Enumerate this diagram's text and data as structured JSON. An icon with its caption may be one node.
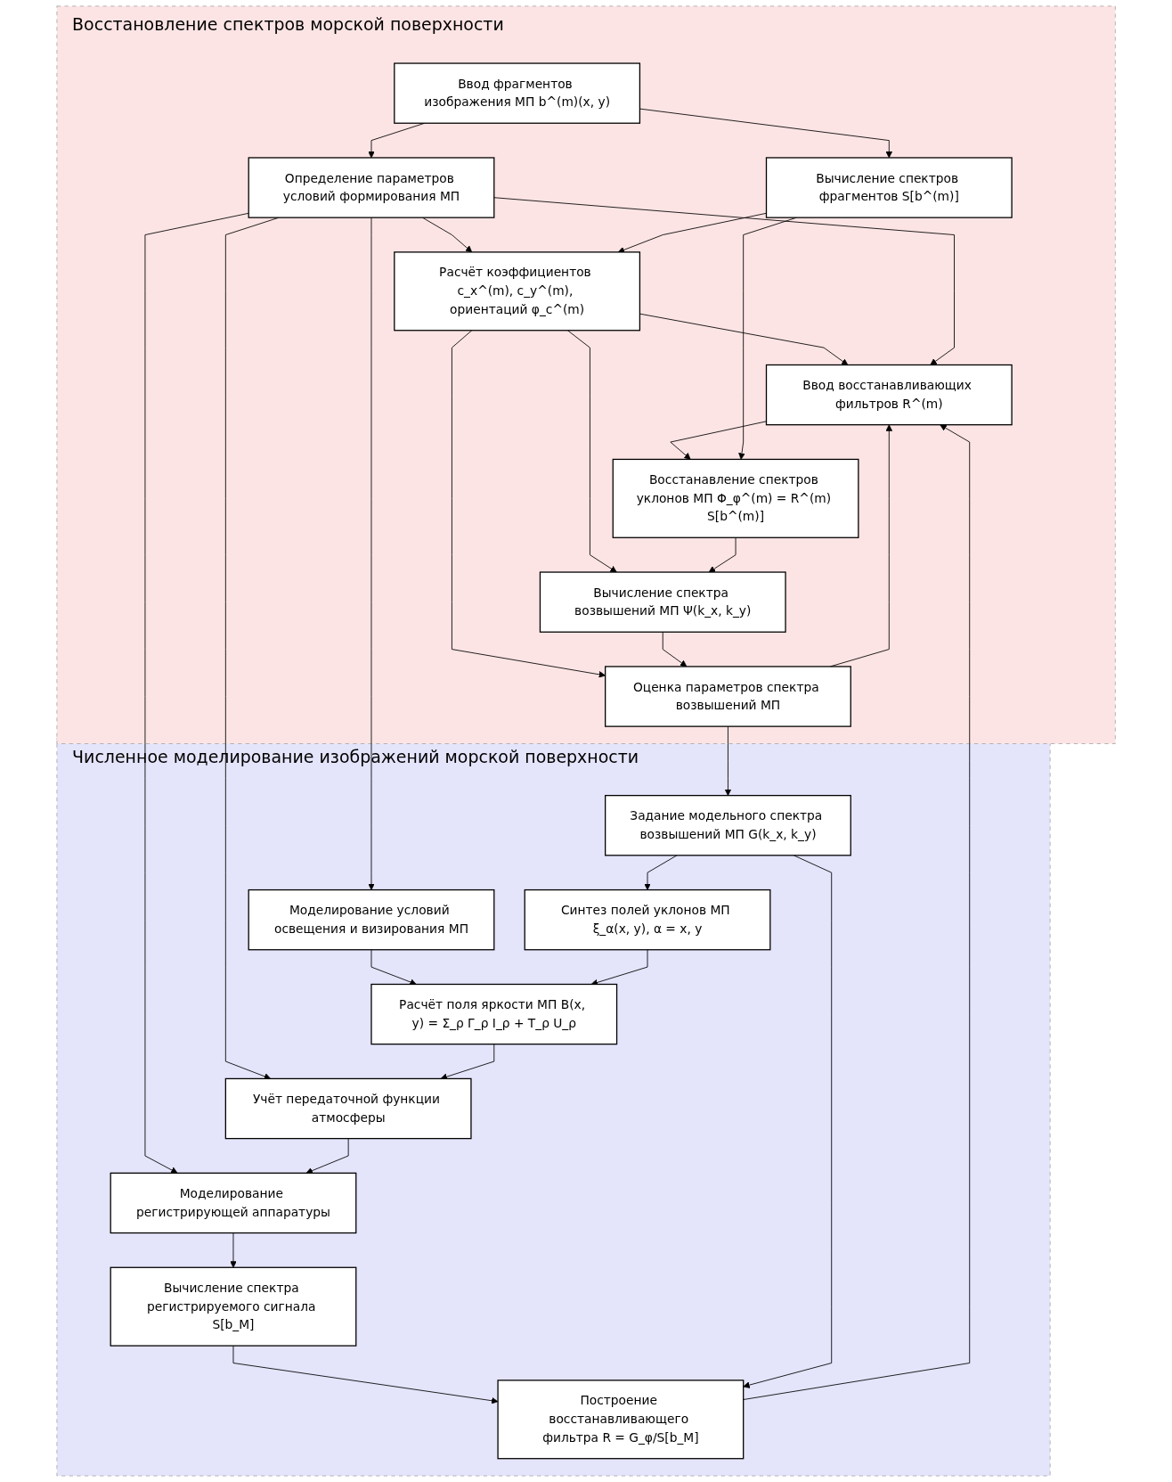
{
  "diagram": {
    "nodes": [
      {
        "text": [
          "Восстановление спектров морской поверхности"
        ]
      },
      {
        "text": [
          "Определение параметров условий формирования МП"
        ],
        "in": 0
      },
      {
        "text": [
          "Ввод фрагментов изображения МП b^(m)(x, y)"
        ],
        "in": 0
      },
      {
        "text": [
          "Расчёт коэффициентов c_x^(m), c_y^(m), ориентаций φ_c^(m)"
        ],
        "in": 0
      },
      {
        "text": [
          "Вычисление спектров фрагментов S[b^(m)]"
        ],
        "in": 0
      },
      {
        "text": [
          "Ввод восстанавливающих фильтров R^(m)"
        ],
        "in": 0
      },
      {
        "text": [
          "Оценка параметров спектра возвышений МП"
        ],
        "in": 0
      },
      {
        "text": [
          "Восстанавление спектров уклонов МП Φ_φ^(m) = R^(m) S[b^(m)]"
        ],
        "in": 0
      },
      {
        "text": [
          "Вычисление спектра возвышений МП Ψ(k_x, k_y)"
        ],
        "in": 0
      },
      {
        "text": [
          "Численное моделирование изображений морской поверхности"
        ]
      },
      {
        "text": [
          "Построение восстанавливающего фильтра R = G_φ/S[b_M]"
        ],
        "in": 9
      },
      {
        "text": [
          "Вычисление спектра регистрируемого сигнала S[b_M]"
        ],
        "in": 9
      },
      {
        "text": [
          "Учёт передаточной функции атмосферы"
        ],
        "in": 9
      },
      {
        "text": [
          "Моделирование регистрирующей аппаратуры"
        ],
        "in": 9
      },
      {
        "text": [
          "Моделирование условий освещения и визирования МП"
        ],
        "in": 9
      },
      {
        "text": [
          "Расчёт поля яркости МП B(x, y) = Σ_ρ Γ_ρ I_ρ + T_ρ U_ρ"
        ],
        "in": 9
      },
      {
        "text": [
          "Синтез полей уклонов МП ξ_α(x, y), α = x, y"
        ],
        "in": 9
      },
      {
        "text": [
          "Задание модельного спектра возвышений МП G(k_x, k_y)"
        ],
        "in": 9
      }
    ],
    "edges": [
      {
        "from": 2,
        "to": 1,
        "arrow": "to"
      },
      {
        "from": 1,
        "to": 3,
        "arrow": "to"
      },
      {
        "from": 2,
        "to": 4,
        "arrow": "to"
      },
      {
        "from": 4,
        "to": 3,
        "arrow": "to"
      },
      {
        "from": 3,
        "to": 5,
        "arrow": "to"
      },
      {
        "from": 3,
        "to": 6,
        "arrow": "to"
      },
      {
        "from": 3,
        "to": 8,
        "arrow": "to"
      },
      {
        "from": 6,
        "to": 5,
        "arrow": "to"
      },
      {
        "from": 1,
        "to": 5,
        "arrow": "to"
      },
      {
        "from": 10,
        "to": 5,
        "arrow": "to"
      },
      {
        "from": 5,
        "to": 7,
        "arrow": "to"
      },
      {
        "from": 8,
        "to": 6,
        "arrow": "to"
      },
      {
        "from": 7,
        "to": 8,
        "arrow": "to"
      },
      {
        "from": 4,
        "to": 7,
        "arrow": "to"
      },
      {
        "from": 6,
        "to": 17,
        "arrow": "to"
      },
      {
        "from": 11,
        "to": 10,
        "arrow": "to"
      },
      {
        "from": 17,
        "to": 10,
        "arrow": "to"
      },
      {
        "from": 1,
        "to": 13,
        "arrow": "to"
      },
      {
        "from": 13,
        "to": 11,
        "arrow": "to"
      },
      {
        "from": 1,
        "to": 12,
        "arrow": "to"
      },
      {
        "from": 12,
        "to": 13,
        "arrow": "to"
      },
      {
        "from": 1,
        "to": 14,
        "arrow": "to"
      },
      {
        "from": 14,
        "to": 15,
        "arrow": "to"
      },
      {
        "from": 15,
        "to": 12,
        "arrow": "to"
      },
      {
        "from": 16,
        "to": 15,
        "arrow": "to"
      },
      {
        "from": 17,
        "to": 16,
        "arrow": "to"
      }
    ]
  }
}
